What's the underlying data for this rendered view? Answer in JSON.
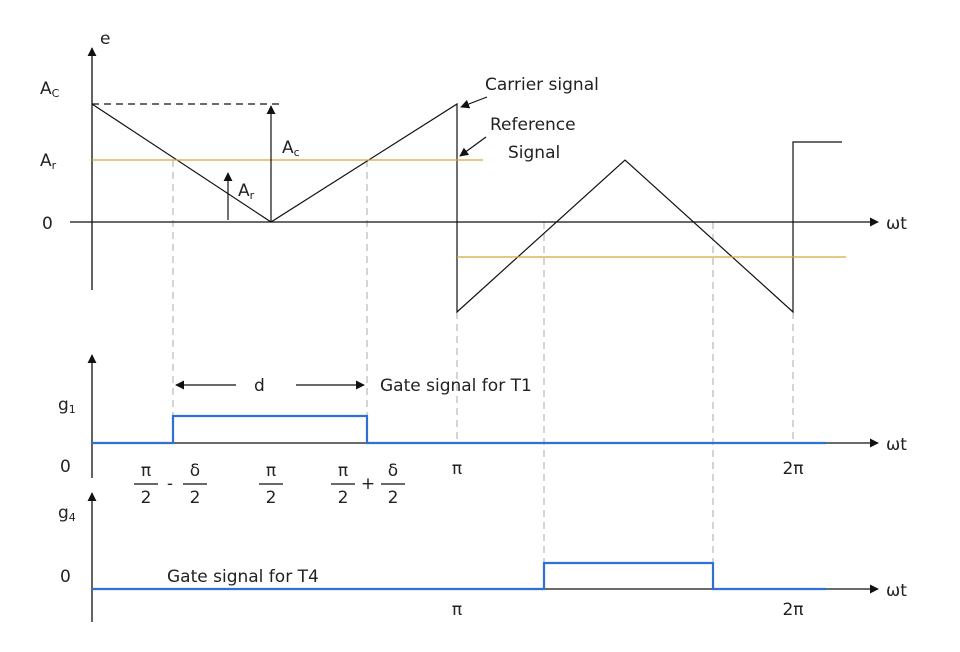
{
  "labels": {
    "e": "e",
    "ac_axis": "A",
    "ac_axis_sub": "C",
    "ar_axis": "A",
    "ar_axis_sub": "r",
    "zero_top": "0",
    "wt": "ωt",
    "ac_arrow": "A",
    "ac_arrow_sub": "c",
    "ar_arrow": "A",
    "ar_arrow_sub": "r",
    "carrier": "Carrier signal",
    "reference_line1": "Reference",
    "reference_line2": "Signal",
    "g1": "g",
    "g1_sub": "1",
    "d": "d",
    "gate_t1": "Gate signal for T1",
    "zero_g1": "0",
    "pi_over_2": {
      "num": "π",
      "den": "2"
    },
    "delta_over_2": {
      "num": "δ",
      "den": "2"
    },
    "minus": "-",
    "plus": "+",
    "pi": "π",
    "two_pi": "2π",
    "g4": "g",
    "g4_sub": "4",
    "zero_g4": "0",
    "gate_t4": "Gate signal for T4",
    "pi_bottom": "π",
    "two_pi_bottom": "2π"
  },
  "colors": {
    "reference": "#d9a441",
    "gate": "#2f6fd6",
    "axis": "#111111",
    "guide": "#b8b8b8"
  }
}
